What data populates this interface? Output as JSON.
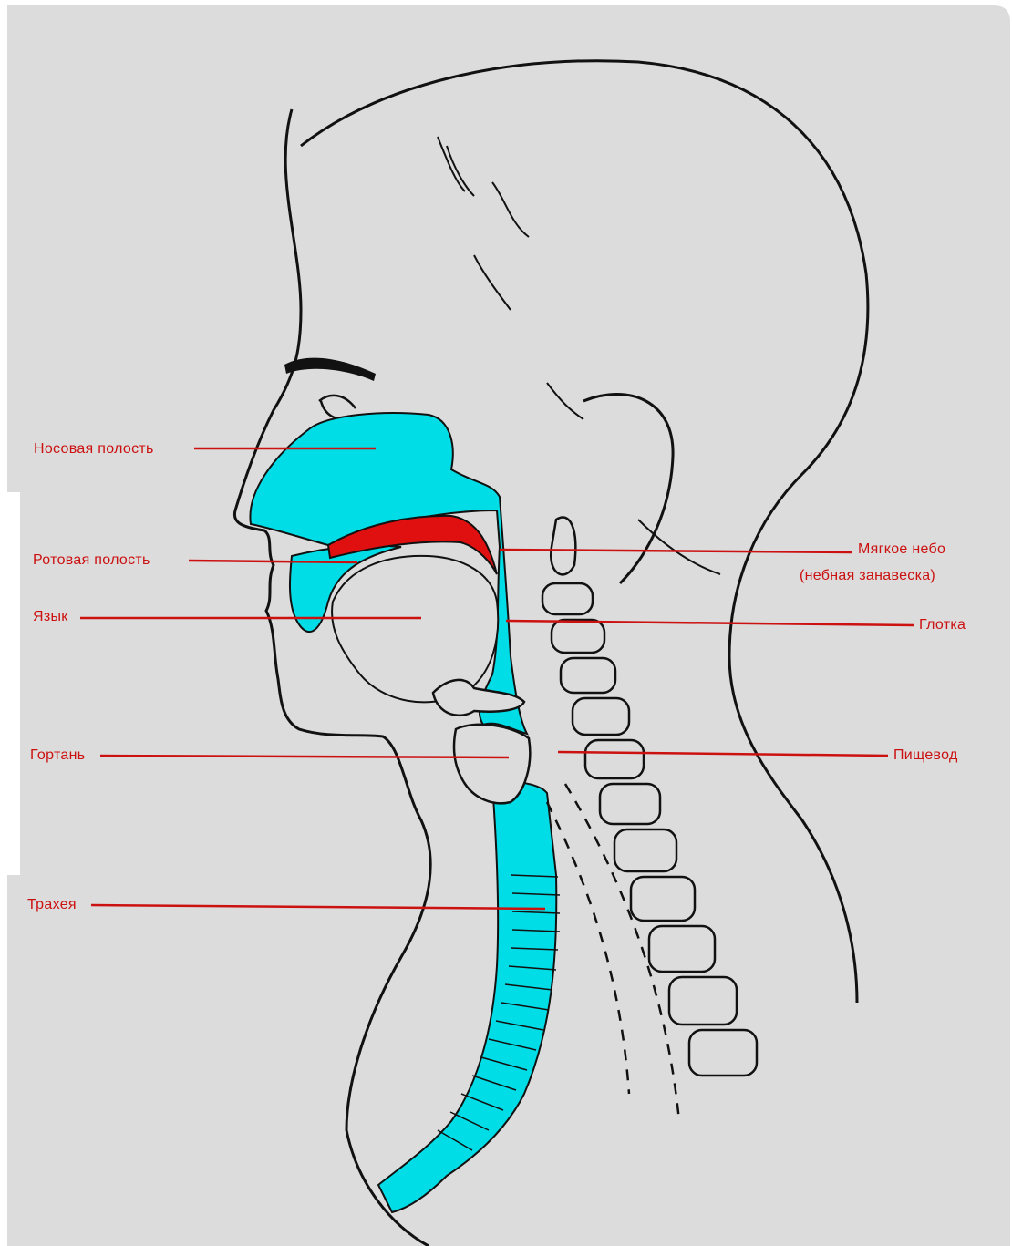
{
  "colors": {
    "background": "#dcdcdc",
    "airway": "#00dde6",
    "soft_palate": "#e01010",
    "label": "#cc1111",
    "outline": "#111111"
  },
  "labels": {
    "nasal_cavity": "Носовая полость",
    "oral_cavity": "Ротовая полость",
    "tongue": "Язык",
    "larynx": "Гортань",
    "trachea": "Трахея",
    "soft_palate": "Мягкое небо",
    "soft_palate_alt": "(небная занавеска)",
    "pharynx": "Глотка",
    "esophagus": "Пищевод"
  }
}
